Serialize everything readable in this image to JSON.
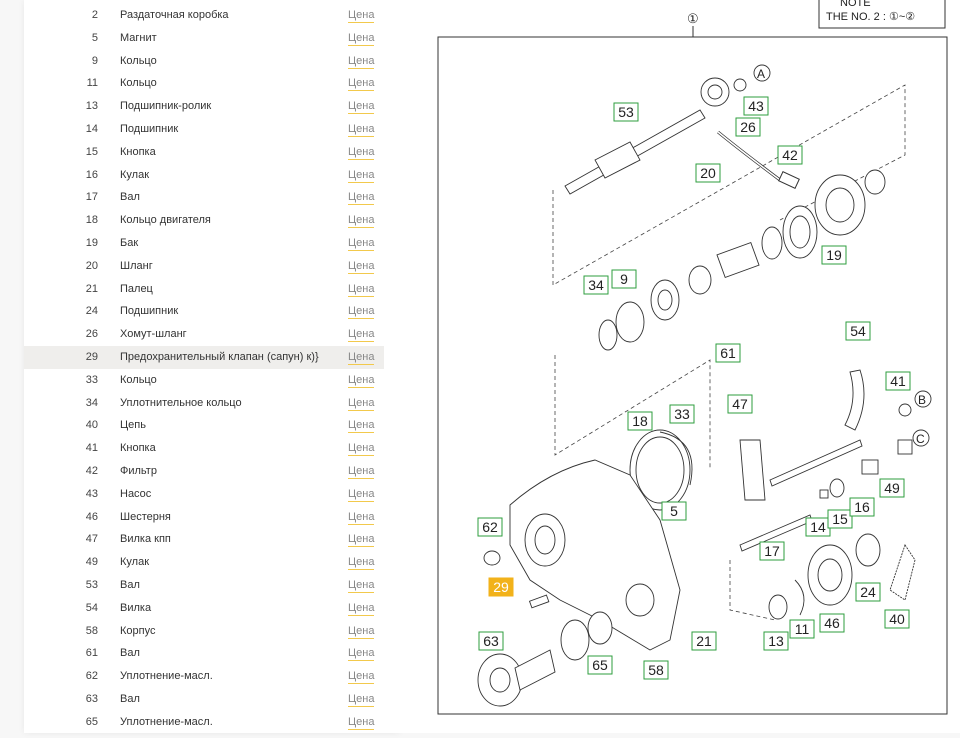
{
  "parts": [
    {
      "num": "2",
      "name": "Раздаточная коробка",
      "price": "Цена"
    },
    {
      "num": "5",
      "name": "Магнит",
      "price": "Цена"
    },
    {
      "num": "9",
      "name": "Кольцо",
      "price": "Цена"
    },
    {
      "num": "11",
      "name": "Кольцо",
      "price": "Цена"
    },
    {
      "num": "13",
      "name": "Подшипник-ролик",
      "price": "Цена"
    },
    {
      "num": "14",
      "name": "Подшипник",
      "price": "Цена"
    },
    {
      "num": "15",
      "name": "Кнопка",
      "price": "Цена"
    },
    {
      "num": "16",
      "name": "Кулак",
      "price": "Цена"
    },
    {
      "num": "17",
      "name": "Вал",
      "price": "Цена"
    },
    {
      "num": "18",
      "name": "Кольцо двигателя",
      "price": "Цена"
    },
    {
      "num": "19",
      "name": "Бак",
      "price": "Цена"
    },
    {
      "num": "20",
      "name": "Шланг",
      "price": "Цена"
    },
    {
      "num": "21",
      "name": "Палец",
      "price": "Цена"
    },
    {
      "num": "24",
      "name": "Подшипник",
      "price": "Цена"
    },
    {
      "num": "26",
      "name": "Хомут-шланг",
      "price": "Цена"
    },
    {
      "num": "29",
      "name": "Предохранительный клапан (сапун) к)}",
      "price": "Цена",
      "active": true
    },
    {
      "num": "33",
      "name": "Кольцо",
      "price": "Цена"
    },
    {
      "num": "34",
      "name": "Уплотнительное кольцо",
      "price": "Цена"
    },
    {
      "num": "40",
      "name": "Цепь",
      "price": "Цена"
    },
    {
      "num": "41",
      "name": "Кнопка",
      "price": "Цена"
    },
    {
      "num": "42",
      "name": "Фильтр",
      "price": "Цена"
    },
    {
      "num": "43",
      "name": "Насос",
      "price": "Цена"
    },
    {
      "num": "46",
      "name": "Шестерня",
      "price": "Цена"
    },
    {
      "num": "47",
      "name": "Вилка кпп",
      "price": "Цена"
    },
    {
      "num": "49",
      "name": "Кулак",
      "price": "Цена"
    },
    {
      "num": "53",
      "name": "Вал",
      "price": "Цена"
    },
    {
      "num": "54",
      "name": "Вилка",
      "price": "Цена"
    },
    {
      "num": "58",
      "name": "Корпус",
      "price": "Цена"
    },
    {
      "num": "61",
      "name": "Вал",
      "price": "Цена"
    },
    {
      "num": "62",
      "name": "Уплотнение-масл.",
      "price": "Цена"
    },
    {
      "num": "63",
      "name": "Вал",
      "price": "Цена"
    },
    {
      "num": "65",
      "name": "Уплотнение-масл.",
      "price": "Цена"
    }
  ],
  "diagram": {
    "note_line1": "NOTE",
    "note_line2": "THE NO. 2 : ①~②",
    "top_callout": "①",
    "callouts": [
      "53",
      "43",
      "26",
      "42",
      "20",
      "19",
      "34",
      "9",
      "61",
      "18",
      "33",
      "47",
      "54",
      "41",
      "62",
      "29",
      "5",
      "14",
      "15",
      "16",
      "49",
      "17",
      "63",
      "65",
      "58",
      "21",
      "13",
      "11",
      "46",
      "24",
      "40"
    ],
    "circle_refs": [
      "A",
      "B",
      "C"
    ],
    "colors": {
      "callout_green": "#2e9e3e",
      "highlight": "#f2b21a"
    }
  }
}
